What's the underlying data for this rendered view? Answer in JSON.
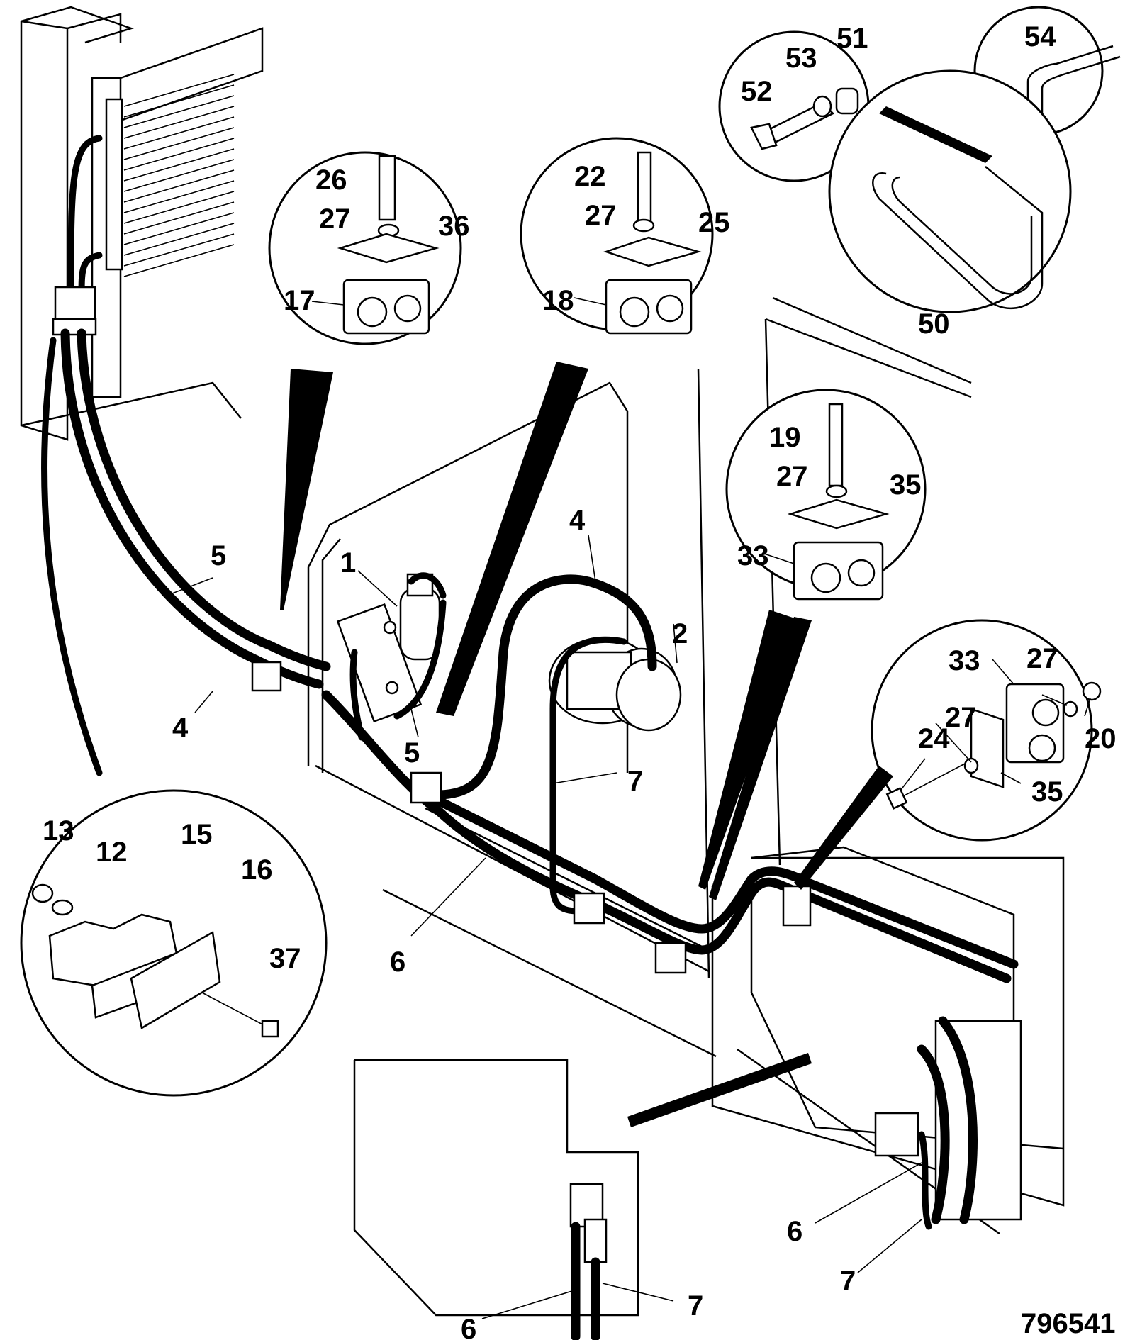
{
  "figure_number": "796541",
  "labels": {
    "l1": "1",
    "l2": "2",
    "l4a": "4",
    "l4b": "4",
    "l5a": "5",
    "l5b": "5",
    "l6a": "6",
    "l6b": "6",
    "l6c": "6",
    "l7a": "7",
    "l7b": "7",
    "l7c": "7",
    "l12": "12",
    "l13": "13",
    "l15": "15",
    "l16": "16",
    "l17": "17",
    "l18": "18",
    "l19": "19",
    "l20": "20",
    "l22": "22",
    "l24": "24",
    "l25": "25",
    "l26": "26",
    "l27a": "27",
    "l27b": "27",
    "l27c": "27",
    "l27d": "27",
    "l27e": "27",
    "l33a": "33",
    "l33b": "33",
    "l35a": "35",
    "l35b": "35",
    "l36": "36",
    "l37": "37",
    "l50": "50",
    "l51": "51",
    "l52": "52",
    "l53": "53",
    "l54": "54"
  }
}
